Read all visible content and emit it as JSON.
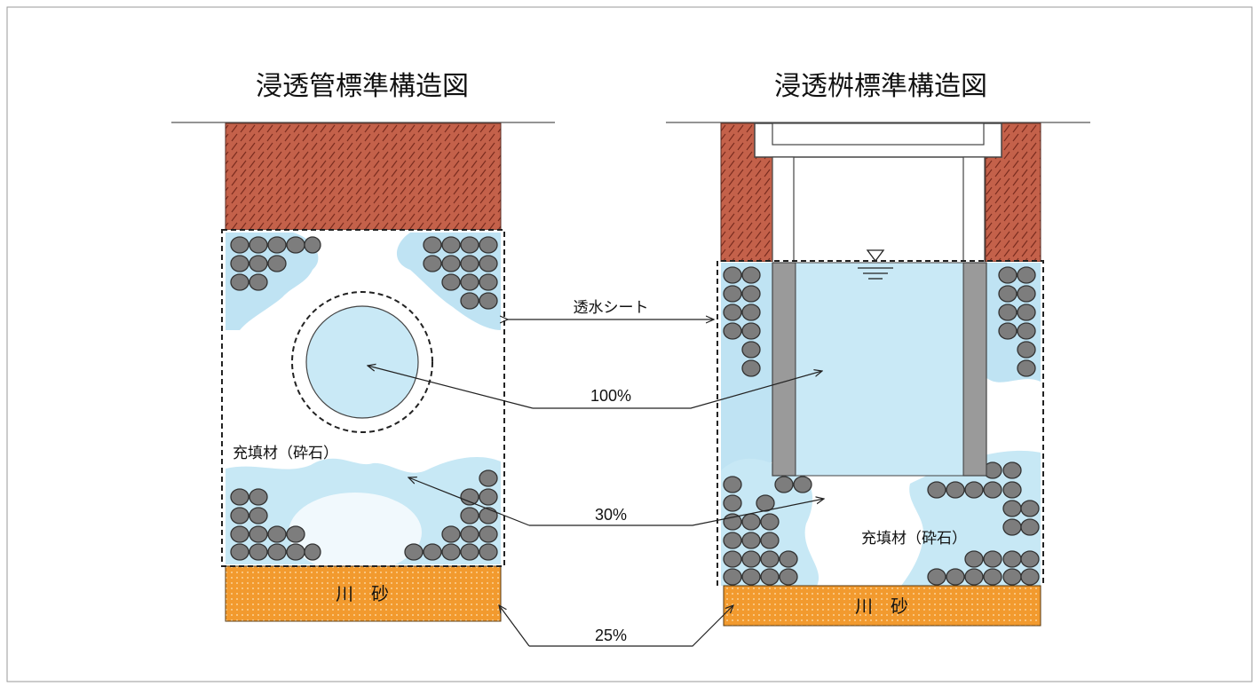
{
  "titles": {
    "left": "浸透管標準構造図",
    "right": "浸透桝標準構造図"
  },
  "labels": {
    "sheet": "透水シート",
    "fill_left": "充填材（砕石）",
    "fill_right": "充填材（砕石）",
    "sand_left": "川　砂",
    "sand_right": "川　砂"
  },
  "percentages": {
    "pipe": "100%",
    "fill": "30%",
    "sand": "25%"
  },
  "colors": {
    "soil": "#c4614a",
    "soil_hatch": "#7a2c1e",
    "sand": "#f29a2e",
    "water": "#bfe3f3",
    "stone": "#7d7d7d",
    "stone_edge": "#333333",
    "wall": "#9a9a9a"
  }
}
